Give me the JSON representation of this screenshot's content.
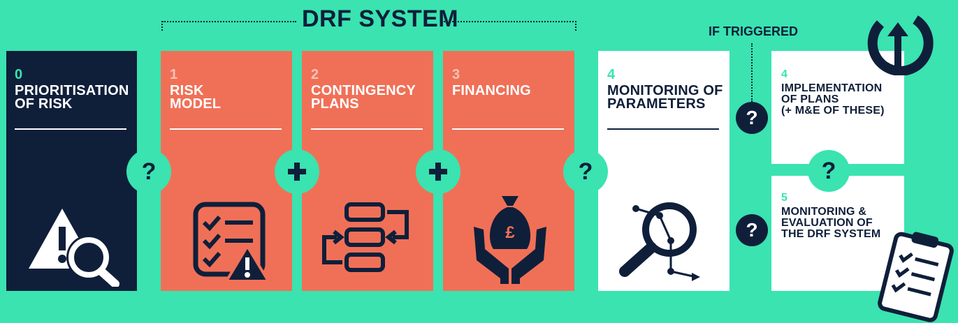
{
  "header": {
    "title": "DRF SYSTEM",
    "triggered": "IF TRIGGERED"
  },
  "cards": [
    {
      "number": "0",
      "title": "PRIORITISATION\nOF RISK",
      "icon": "warning-magnifier-icon",
      "color": "#0f1f3a"
    },
    {
      "number": "1",
      "title": "RISK\nMODEL",
      "icon": "checklist-warning-icon",
      "color": "#f07057"
    },
    {
      "number": "2",
      "title": "CONTINGENCY\nPLANS",
      "icon": "flow-blocks-icon",
      "color": "#f07057"
    },
    {
      "number": "3",
      "title": "FINANCING",
      "icon": "money-bag-hands-icon",
      "color": "#f07057"
    },
    {
      "number": "4",
      "title": "MONITORING OF\nPARAMETERS",
      "icon": "magnifier-graph-icon",
      "color": "#ffffff"
    },
    {
      "number": "4",
      "title": "IMPLEMENTATION\nOF PLANS\n(+ M&E OF THESE)",
      "icon": "",
      "color": "#ffffff"
    },
    {
      "number": "5",
      "title": "MONITORING &\nEVALUATION OF\nTHE DRF SYSTEM",
      "icon": "clipboard-checklist-icon",
      "color": "#ffffff"
    }
  ],
  "connectors": {
    "q": "?"
  },
  "colors": {
    "background": "#3ae3b0",
    "navy": "#0f1f3a",
    "coral": "#f07057",
    "white": "#ffffff"
  }
}
